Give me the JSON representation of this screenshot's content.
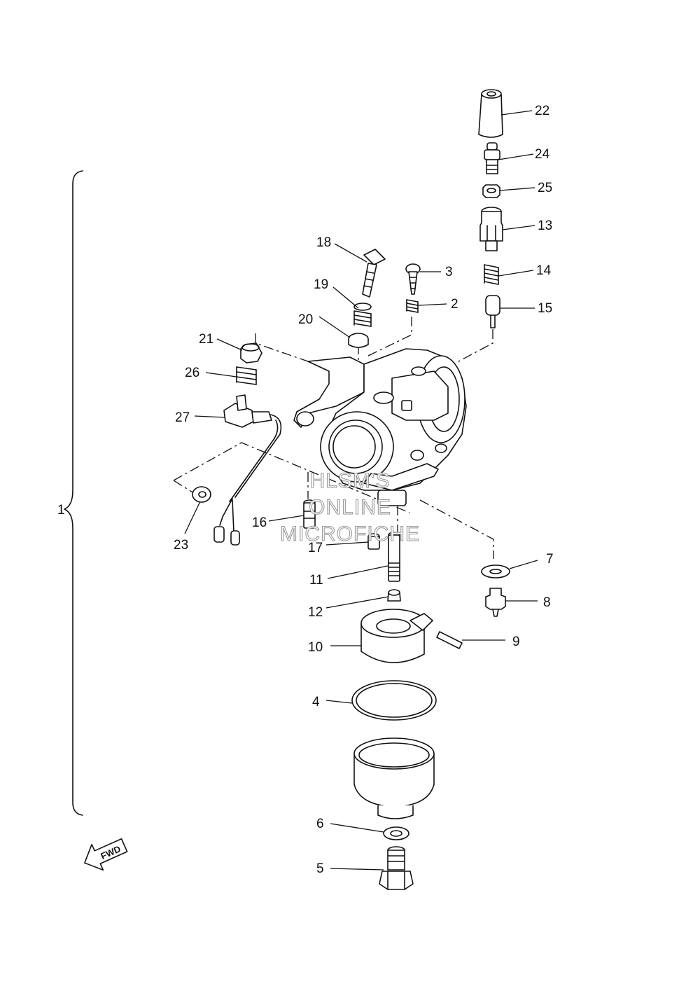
{
  "assembly_label": "1",
  "fwd_label": "FWD",
  "watermark": [
    "HLSM'S",
    "ONLINE",
    "MICROFICHE"
  ],
  "callouts": {
    "c2": "2",
    "c3": "3",
    "c4": "4",
    "c5": "5",
    "c6": "6",
    "c7": "7",
    "c8": "8",
    "c9": "9",
    "c10": "10",
    "c11": "11",
    "c12": "12",
    "c13": "13",
    "c14": "14",
    "c15": "15",
    "c16": "16",
    "c17": "17",
    "c18": "18",
    "c19": "19",
    "c20": "20",
    "c21": "21",
    "c22": "22",
    "c23": "23",
    "c24": "24",
    "c25": "25",
    "c26": "26",
    "c27": "27"
  }
}
